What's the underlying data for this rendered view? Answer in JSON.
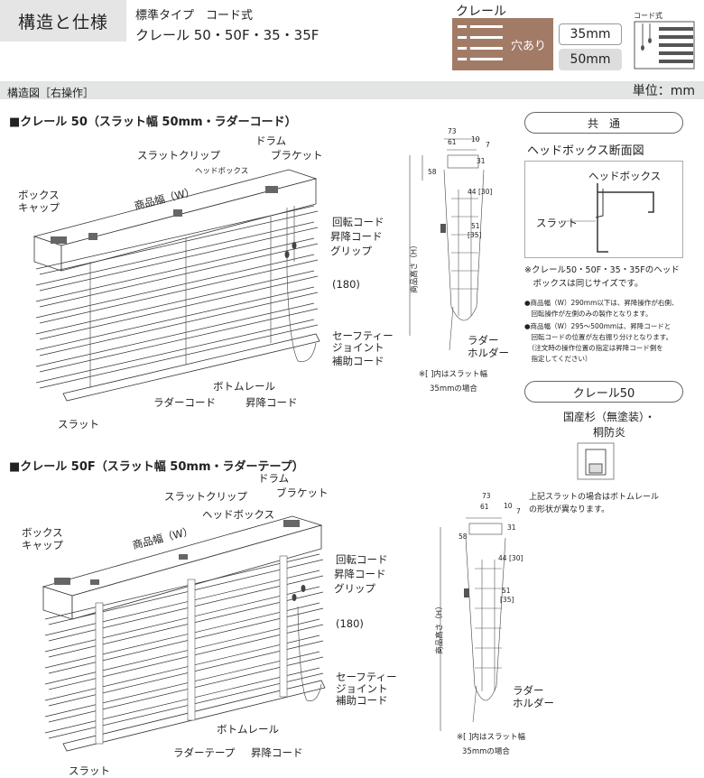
{
  "header": {
    "title": "構造と仕様",
    "subtype": "標準タイプ　コード式",
    "models": "クレール 50・50F・35・35F",
    "color_label": "クレール",
    "swatch_text": "穴あり",
    "swatch_color": "#a27b67",
    "sizes": [
      "35mm",
      "50mm"
    ],
    "selected_size": "50mm",
    "cord_type": "コード式"
  },
  "bar": {
    "left": "構造図［右操作］",
    "right": "単位：mm"
  },
  "diagram1": {
    "title": "■クレール 50（スラット幅 50mm・ラダーコード）",
    "labels": {
      "drum": "ドラム",
      "slat_clip": "スラットクリップ",
      "bracket": "ブラケット",
      "headbox": "ヘッドボックス",
      "box_cap": "ボックス\nキャップ",
      "width": "商品幅（W）",
      "rot_cord": "回転コード",
      "lift_cord": "昇降コード",
      "grip": "グリップ",
      "dim180": "(180)",
      "safety": "セーフティー\nジョイント",
      "aux": "補助コード",
      "bottom_rail": "ボトムレール",
      "ladder": "ラダーコード",
      "lift_cord2": "昇降コード",
      "slat": "スラット"
    },
    "side": {
      "d73": "73",
      "d61": "61",
      "d10": "10",
      "d7": "7",
      "d31": "31",
      "d58": "58",
      "d44": "44",
      "d30": "[30]",
      "d51": "51",
      "d35": "[35]",
      "height": "商品高さ（H）",
      "holder": "ラダー\nホルダー",
      "note1": "※[ ]内はスラット幅",
      "note2": "35mmの場合"
    }
  },
  "diagram2": {
    "title": "■クレール 50F（スラット幅 50mm・ラダーテープ）",
    "labels": {
      "drum": "ドラム",
      "slat_clip": "スラットクリップ",
      "bracket": "ブラケット",
      "headbox": "ヘッドボックス",
      "box_cap": "ボックス\nキャップ",
      "width": "商品幅（W）",
      "rot_cord": "回転コード",
      "lift_cord": "昇降コード",
      "grip": "グリップ",
      "dim180": "(180)",
      "safety": "セーフティー\nジョイント",
      "aux": "補助コード",
      "bottom_rail": "ボトムレール",
      "ladder": "ラダーテープ",
      "lift_cord2": "昇降コード",
      "slat": "スラット"
    },
    "side": {
      "d73": "73",
      "d61": "61",
      "d10": "10",
      "d7": "7",
      "d31": "31",
      "d58": "58",
      "d44": "44",
      "d30": "[30]",
      "d51": "51",
      "d35": "[35]",
      "height": "商品高さ（H）",
      "holder": "ラダー\nホルダー",
      "note1": "※[ ]内はスラット幅",
      "note2": "35mmの場合"
    }
  },
  "right": {
    "common": "共　通",
    "section_title": "ヘッドボックス断面図",
    "hb_label": "ヘッドボックス",
    "slat_label": "スラット",
    "note_same": "※クレール50・50F・35・35Fのヘッド\n　ボックスは同じサイズです。",
    "bullet1": "●商品幅（W）290mm以下は、昇降操作が右側、\n　回転操作が左側のみの製作となります。",
    "bullet2": "●商品幅（W）295～500mmは、昇降コードと\n　回転コードの位置が左右振り分けとなります。\n　（注文時の操作位置の指定は昇降コード側を\n　指定してください）",
    "kure50": "クレール50",
    "wood": "国産杉（無塗装）・\n桐防炎",
    "wood_note": "上記スラットの場合はボトムレール\nの形状が異なります。"
  }
}
